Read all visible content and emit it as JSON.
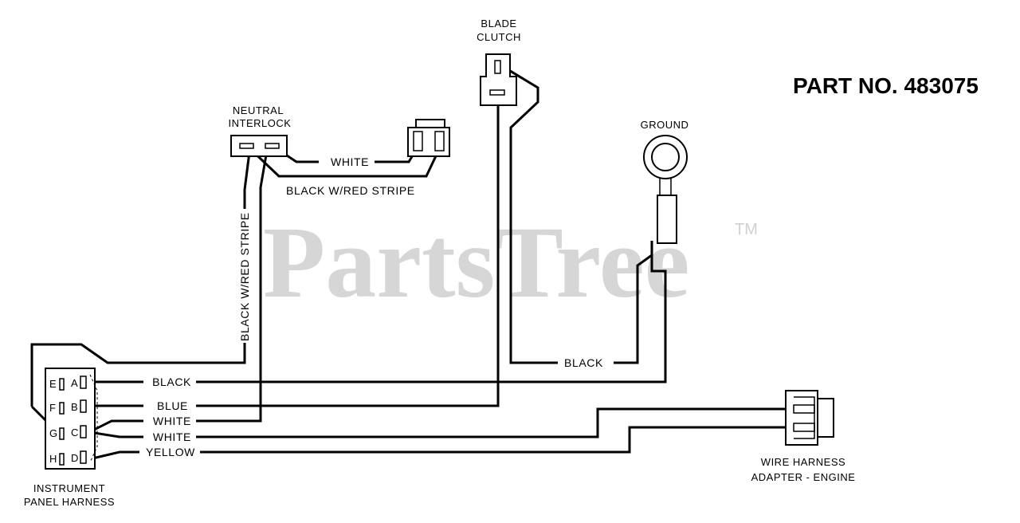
{
  "watermark": {
    "text": "PartsTree",
    "trademark": "TM"
  },
  "part_number": "PART NO. 483075",
  "components": {
    "blade_clutch": {
      "line1": "BLADE",
      "line2": "CLUTCH"
    },
    "neutral_interlock": {
      "line1": "NEUTRAL",
      "line2": "INTERLOCK"
    },
    "ground": {
      "label": "GROUND"
    },
    "instrument_panel": {
      "line1": "INSTRUMENT",
      "line2": "PANEL HARNESS",
      "pins_left": [
        "E",
        "F",
        "G",
        "H"
      ],
      "pins_right": [
        "A",
        "B",
        "C",
        "D"
      ]
    },
    "wire_harness": {
      "line1": "WIRE HARNESS",
      "line2": "ADAPTER - ENGINE"
    }
  },
  "wires": {
    "white_top": "WHITE",
    "black_red_horizontal": "BLACK W/RED STRIPE",
    "black_red_vertical": "BLACK W/RED STRIPE",
    "black_clutch": "BLACK",
    "black_a": "BLACK",
    "blue_b": "BLUE",
    "white_c1": "WHITE",
    "white_c2": "WHITE",
    "yellow_d": "YELLOW"
  }
}
